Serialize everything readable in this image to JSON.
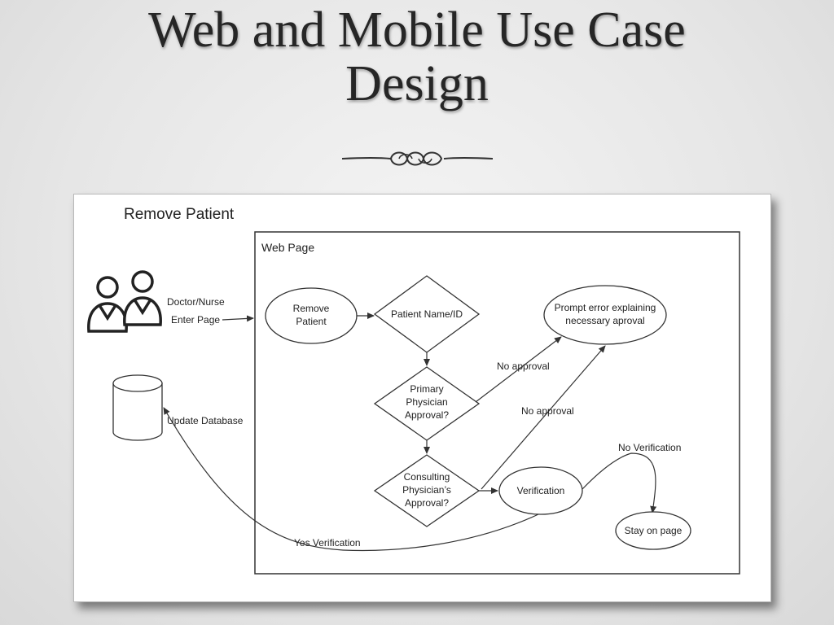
{
  "title": {
    "line1": "Web and Mobile Use Case",
    "line2": "Design"
  },
  "diagram": {
    "heading": "Remove Patient",
    "web_page_label": "Web Page",
    "actor": {
      "icon": "users-icon",
      "label_line1": "Doctor/Nurse",
      "label_line2": "Enter Page"
    },
    "database": {
      "icon": "database-icon",
      "label": "Update Database"
    },
    "nodes": {
      "remove_patient": [
        "Remove",
        "Patient"
      ],
      "patient_name": [
        "Patient Name/ID"
      ],
      "primary_approval": [
        "Primary",
        "Physician",
        "Approval?"
      ],
      "consulting_approval": [
        "Consulting",
        "Physician’s",
        "Approval?"
      ],
      "prompt_error": [
        "Prompt error explaining",
        "necessary aproval"
      ],
      "verification": [
        "Verification"
      ],
      "stay_on_page": [
        "Stay on page"
      ]
    },
    "edge_labels": {
      "no_approval_1": "No approval",
      "no_approval_2": "No approval",
      "no_verification": "No Verification",
      "yes_verification": "Yes Verification"
    }
  }
}
